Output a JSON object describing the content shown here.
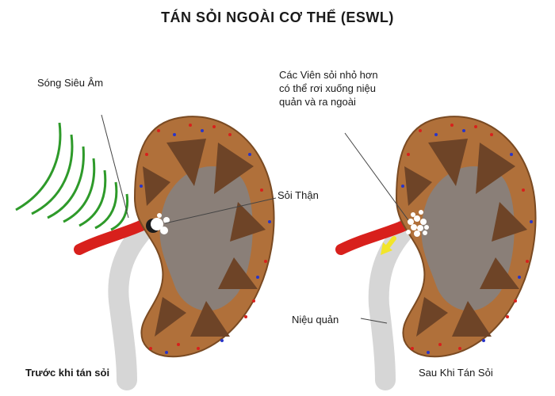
{
  "title": "TÁN SỎI NGOÀI CƠ THỂ (ESWL)",
  "labels": {
    "shockwave": "Sóng Siêu Âm",
    "kidney_stone": "Sỏi Thận",
    "small_stones": "Các Viên sỏi nhỏ hơn\ncó thể rơi xuống niệu\nquản và ra ngoài",
    "ureter": "Niệu quản",
    "before": "Trước khi tán sỏi",
    "after": "Sau Khi Tán Sỏi"
  },
  "colors": {
    "cortex": "#b0703a",
    "medulla_pyramid": "#6e4427",
    "renal_pelvis": "#8a7f78",
    "ureter": "#d6d6d6",
    "artery": "#d8201c",
    "shockwave": "#2e9a2a",
    "stone": "#ffffff",
    "arrow": "#f2e52a",
    "dots_red": "#d8201c",
    "dots_blue": "#2835c8"
  }
}
